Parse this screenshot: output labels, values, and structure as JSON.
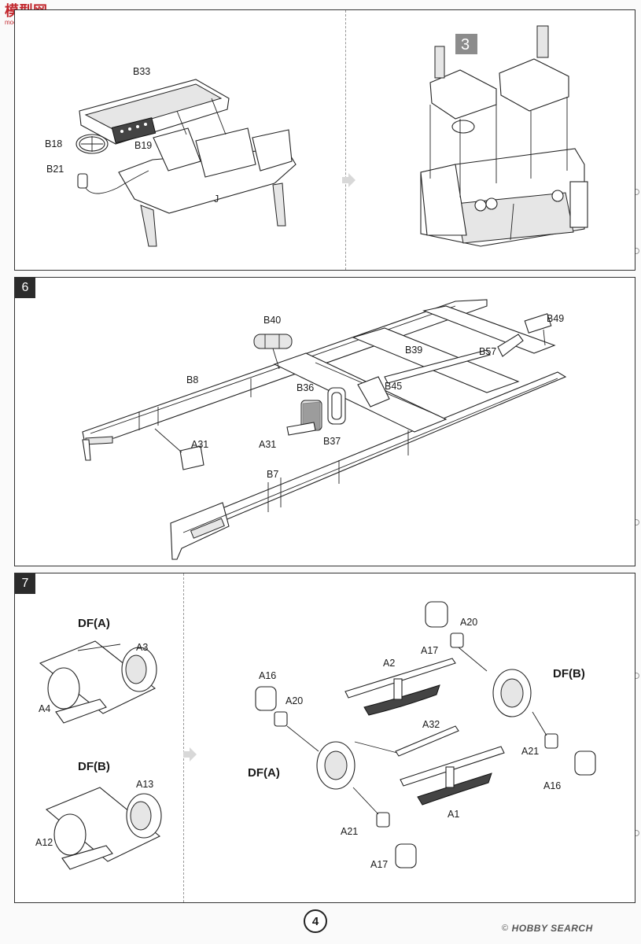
{
  "watermark": {
    "logo": "模型网",
    "sub": "moe-shou.com"
  },
  "step5": {
    "labels": {
      "b33": "B33",
      "b18": "B18",
      "b19": "B19",
      "b21": "B21",
      "j": "J",
      "ref3": "3"
    }
  },
  "step6": {
    "number": "6",
    "labels": {
      "b40": "B40",
      "b49": "B49",
      "b39": "B39",
      "b57": "B57",
      "b8": "B8",
      "b36": "B36",
      "b45": "B45",
      "a31_a": "A31",
      "a31_b": "A31",
      "b37": "B37",
      "b7": "B7"
    }
  },
  "step7": {
    "number": "7",
    "labels": {
      "dfa_title": "DF(A)",
      "dfb_title": "DF(B)",
      "a3": "A3",
      "a4": "A4",
      "a13": "A13",
      "a12": "A12",
      "a20_a": "A20",
      "a17_a": "A17",
      "a2": "A2",
      "dfb_main": "DF(B)",
      "a16_a": "A16",
      "a20_b": "A20",
      "a32": "A32",
      "dfa_main": "DF(A)",
      "a21_a": "A21",
      "a16_b": "A16",
      "a1": "A1",
      "a21_b": "A21",
      "a17_b": "A17"
    }
  },
  "footer": {
    "page_number": "4",
    "copyright": "©",
    "brand": "HOBBY SEARCH"
  },
  "colors": {
    "ink": "#1a1a1a",
    "step_bg": "#2b2b2b",
    "watermark": "#c2272d",
    "ref_box": "#8c8c8c"
  }
}
